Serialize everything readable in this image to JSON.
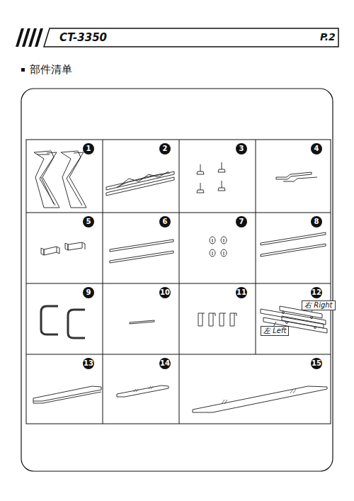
{
  "diagram": {
    "title": "部件清单",
    "labels": [
      "CT-3350",
      "P.2",
      "1",
      "2",
      "3",
      "4",
      "5",
      "6",
      "7",
      "8",
      "9",
      "10",
      "11",
      "12",
      "13",
      "14",
      "15",
      "右 Right",
      "左 Left"
    ]
  }
}
